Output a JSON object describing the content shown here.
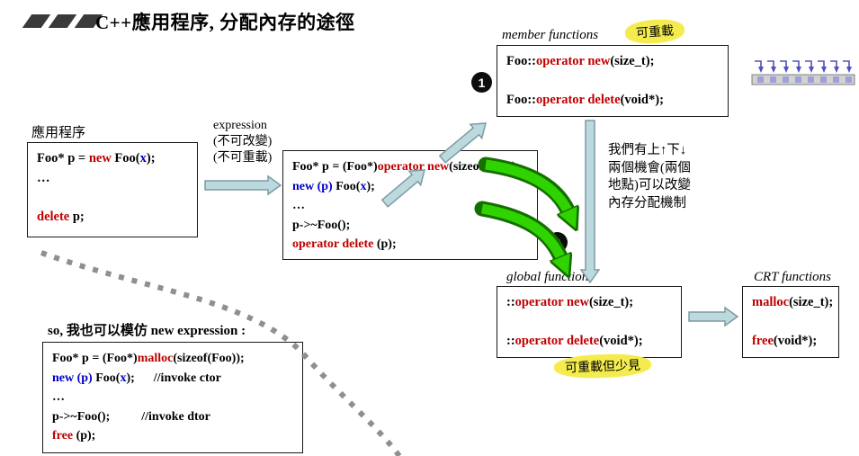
{
  "title": "C++應用程序, 分配內存的途徑",
  "colors": {
    "keyword_red": "#c00000",
    "placement_blue": "#0000c8",
    "arrow_fill": "#bcd9de",
    "arrow_edge": "#7d9aa4",
    "green_fill": "#2fd400",
    "green_edge": "#156e00",
    "highlight_yellow": "#f4ec4f",
    "divider_gray": "#8f8f8f"
  },
  "app_box": {
    "label": "應用程序",
    "code": [
      [
        [
          "k",
          "Foo* p = "
        ],
        [
          "r",
          "new "
        ],
        [
          "k",
          "Foo("
        ],
        [
          "b",
          "x"
        ],
        [
          "k",
          ");"
        ]
      ],
      [
        [
          "k",
          "…"
        ]
      ],
      [],
      [
        [
          "r",
          "delete "
        ],
        [
          "k",
          "p;"
        ]
      ]
    ]
  },
  "expression_note": [
    "expression",
    "(不可改變)",
    "(不可重載)"
  ],
  "expanded_box": {
    "code": [
      [
        [
          "k",
          "Foo* p = (Foo*)"
        ],
        [
          "r",
          "operator new"
        ],
        [
          "k",
          "(sizeof(Foo));"
        ]
      ],
      [
        [
          "b",
          "new (p)"
        ],
        [
          "k",
          " Foo("
        ],
        [
          "b",
          "x"
        ],
        [
          "k",
          ");"
        ]
      ],
      [
        [
          "k",
          "…"
        ]
      ],
      [
        [
          "k",
          "p->~Foo();"
        ]
      ],
      [
        [
          "r",
          "operator delete "
        ],
        [
          "k",
          "(p);"
        ]
      ]
    ]
  },
  "member_box": {
    "label": "member functions",
    "highlight": "可重載",
    "code": [
      [
        [
          "k",
          "Foo::"
        ],
        [
          "r",
          "operator new"
        ],
        [
          "k",
          "(size_t);"
        ]
      ],
      [
        [
          "k",
          "Foo::"
        ],
        [
          "r",
          "operator delete"
        ],
        [
          "k",
          "(void*);"
        ]
      ]
    ]
  },
  "global_box": {
    "label": "global functions",
    "highlight": "可重載但少見",
    "code": [
      [
        [
          "k",
          "::"
        ],
        [
          "r",
          "operator new"
        ],
        [
          "k",
          "(size_t);"
        ]
      ],
      [
        [
          "k",
          "::"
        ],
        [
          "r",
          "operator delete"
        ],
        [
          "k",
          "(void*);"
        ]
      ]
    ]
  },
  "crt_box": {
    "label": "CRT functions",
    "code": [
      [
        [
          "r",
          "malloc"
        ],
        [
          "k",
          "(size_t);"
        ]
      ],
      [
        [
          "r",
          "free"
        ],
        [
          "k",
          "(void*);"
        ]
      ]
    ]
  },
  "change_note": [
    "我們有上↑下↓",
    "兩個機會(兩個",
    "地點)可以改變",
    "內存分配機制"
  ],
  "badges": {
    "member": "1",
    "global": "2"
  },
  "mimic_box": {
    "intro": "so, 我也可以模仿 new expression :",
    "code": [
      [
        [
          "k",
          "Foo* p = (Foo*)"
        ],
        [
          "r",
          "malloc"
        ],
        [
          "k",
          "(sizeof(Foo));"
        ]
      ],
      [
        [
          "b",
          "new (p)"
        ],
        [
          "k",
          " Foo("
        ],
        [
          "b",
          "x"
        ],
        [
          "k",
          ");      //invoke ctor"
        ]
      ],
      [
        [
          "k",
          "…"
        ]
      ],
      [
        [
          "k",
          "p->~Foo();          //invoke dtor"
        ]
      ],
      [
        [
          "r",
          "free "
        ],
        [
          "k",
          "(p);"
        ]
      ]
    ]
  },
  "icons": {
    "memory_pool": "memory-pool-icon (row of allocation slots with hook arrows)"
  }
}
